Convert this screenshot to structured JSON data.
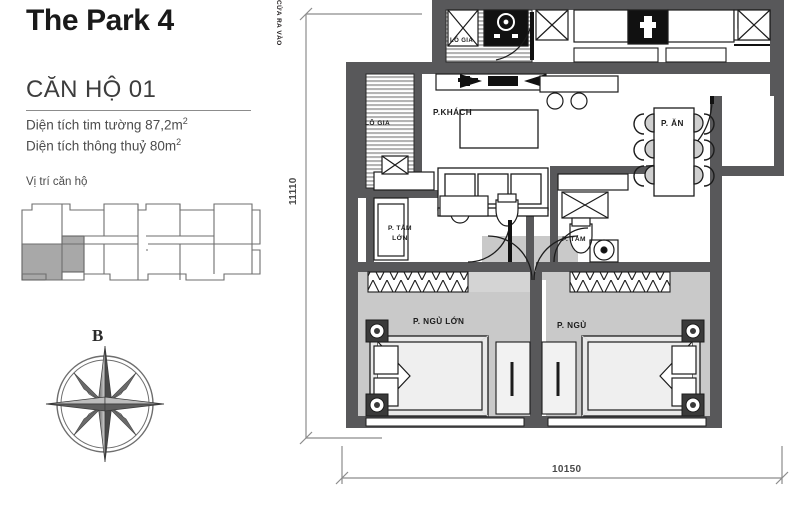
{
  "project": {
    "title": "The Park 4",
    "unit_title": "CĂN HỘ 01",
    "area_gross_label": "Diện tích tim tường 87,2m",
    "area_gross_sup": "2",
    "area_net_label": "Diện tích thông thuỷ 80m",
    "area_net_sup": "2",
    "location_label": "Vị trí căn hộ"
  },
  "compass": {
    "north_letter": "B",
    "icon": "compass-rose-icon"
  },
  "dimensions": {
    "vertical": "11110",
    "horizontal": "10150",
    "unit": "mm"
  },
  "rooms": {
    "logia_top": "LÔ GIA",
    "logia_left": "LÔ GIA",
    "living": "P.KHÁCH",
    "dining": "P. ĂN",
    "bath_master_line1": "P. TẮM",
    "bath_master_line2": "LỚN",
    "bath": "P. TẮM",
    "bedroom_master": "P. NGỦ LỚN",
    "bedroom": "P. NGỦ",
    "entrance": "CỬA RA VÀO"
  },
  "colors": {
    "wall": "#58585a",
    "wall_dark": "#3f3f41",
    "floor_fill": "#c9c9c9",
    "floor_light": "#e6e6e6",
    "line": "#1c1c1c",
    "dimension": "#7a7a7a",
    "keyplan_highlight": "#a8a8a8",
    "keyplan_line": "#6e6e6e",
    "text": "#231f20",
    "text_muted": "#4c4c4c"
  },
  "keyplan": {
    "highlighted_unit": "bottom-left",
    "label": "floor-key-plan"
  }
}
